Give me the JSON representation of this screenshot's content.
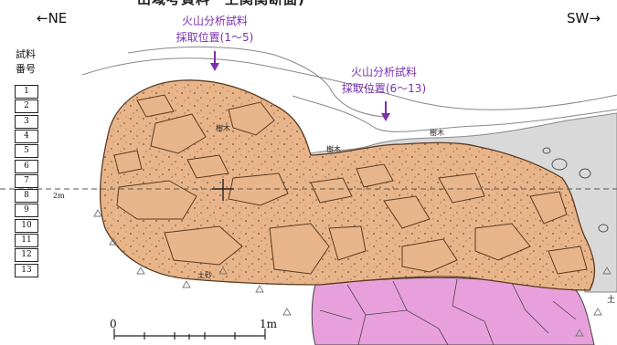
{
  "top_cut_text": "出域考資料　上関関断面)",
  "direction_left": "←NE",
  "direction_right": "SW→",
  "annotation_1": {
    "line1": "火山分析試料",
    "line2": "採取位置(1〜5)"
  },
  "annotation_2": {
    "line1": "火山分析試料",
    "line2": "採取位置(6〜13)"
  },
  "sample_header": {
    "line1": "試料",
    "line2": "番号"
  },
  "sample_numbers": [
    "1",
    "2",
    "3",
    "4",
    "5",
    "6",
    "7",
    "8",
    "9",
    "10",
    "11",
    "12",
    "13"
  ],
  "label_2m": "2m",
  "label_tree_1": "樹木",
  "label_tree_2": "樹木",
  "label_tree_3": "樹木",
  "label_soil": "土砂",
  "label_soil_right": "土",
  "scale_0": "0",
  "scale_1m": "1m",
  "colors": {
    "deposit": "#e8b58a",
    "bedrock": "#e8a0dc",
    "gray_soil": "#d9d9d9",
    "annotation": "#7a2fb0"
  }
}
